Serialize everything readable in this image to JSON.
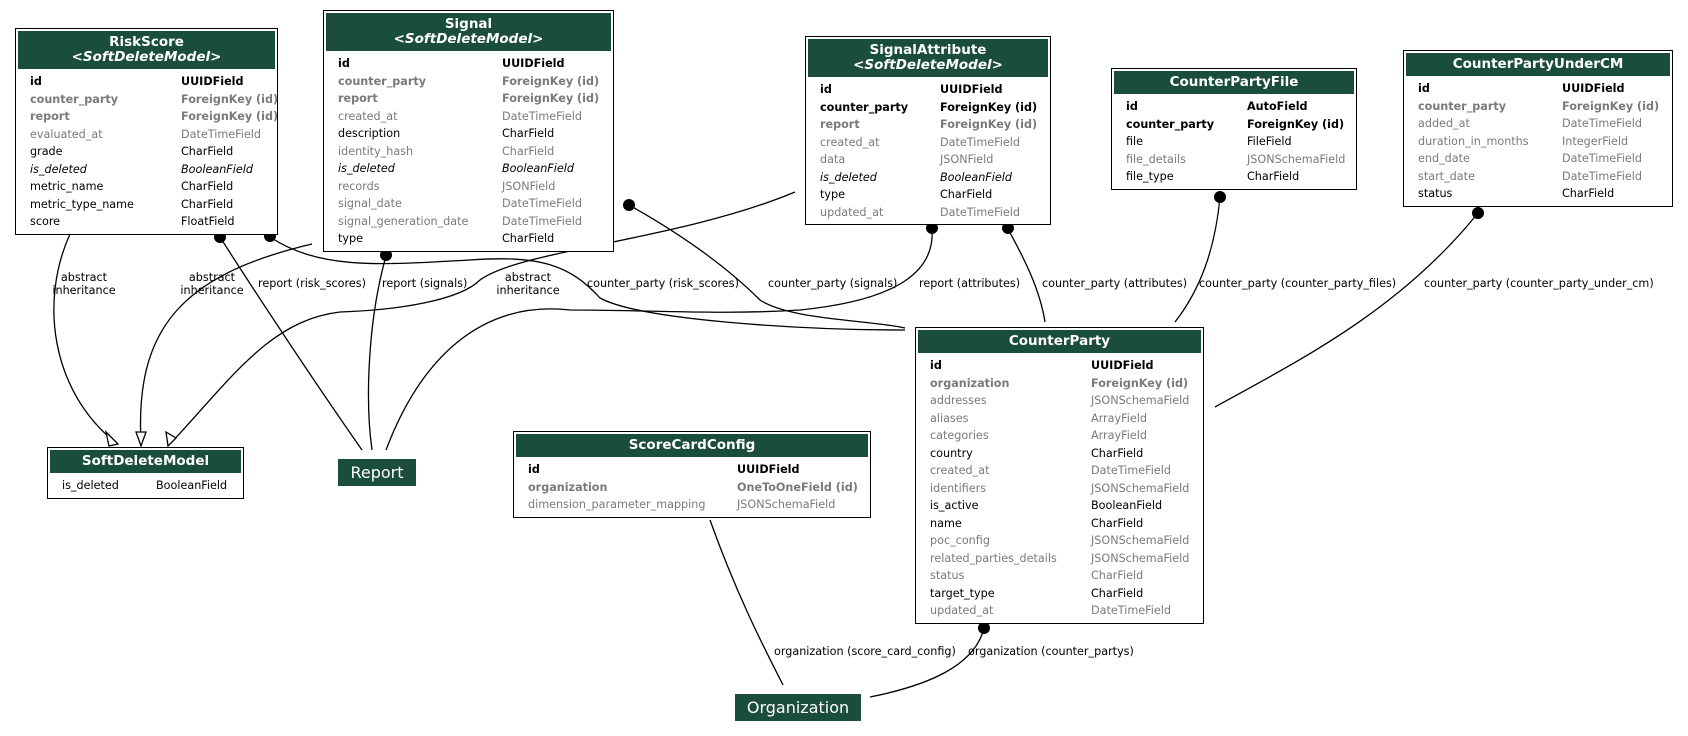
{
  "models": [
    {
      "key": "riskscore",
      "name": "RiskScore",
      "abstract_parent": "<SoftDeleteModel>",
      "fields": [
        {
          "name": "id",
          "type": "UUIDField",
          "style": "pk"
        },
        {
          "name": "counter_party",
          "type": "ForeignKey (id)",
          "style": "fk"
        },
        {
          "name": "report",
          "type": "ForeignKey (id)",
          "style": "fk"
        },
        {
          "name": "evaluated_at",
          "type": "DateTimeField",
          "style": "gray"
        },
        {
          "name": "grade",
          "type": "CharField",
          "style": "normal"
        },
        {
          "name": "is_deleted",
          "type": "BooleanField",
          "style": "italic"
        },
        {
          "name": "metric_name",
          "type": "CharField",
          "style": "normal"
        },
        {
          "name": "metric_type_name",
          "type": "CharField",
          "style": "normal"
        },
        {
          "name": "score",
          "type": "FloatField",
          "style": "normal"
        }
      ]
    },
    {
      "key": "signal",
      "name": "Signal",
      "abstract_parent": "<SoftDeleteModel>",
      "fields": [
        {
          "name": "id",
          "type": "UUIDField",
          "style": "pk"
        },
        {
          "name": "counter_party",
          "type": "ForeignKey (id)",
          "style": "fk"
        },
        {
          "name": "report",
          "type": "ForeignKey (id)",
          "style": "fk"
        },
        {
          "name": "created_at",
          "type": "DateTimeField",
          "style": "gray"
        },
        {
          "name": "description",
          "type": "CharField",
          "style": "normal"
        },
        {
          "name": "identity_hash",
          "type": "CharField",
          "style": "gray"
        },
        {
          "name": "is_deleted",
          "type": "BooleanField",
          "style": "italic"
        },
        {
          "name": "records",
          "type": "JSONField",
          "style": "gray"
        },
        {
          "name": "signal_date",
          "type": "DateTimeField",
          "style": "gray"
        },
        {
          "name": "signal_generation_date",
          "type": "DateTimeField",
          "style": "gray"
        },
        {
          "name": "type",
          "type": "CharField",
          "style": "normal"
        }
      ]
    },
    {
      "key": "signalattribute",
      "name": "SignalAttribute",
      "abstract_parent": "<SoftDeleteModel>",
      "fields": [
        {
          "name": "id",
          "type": "UUIDField",
          "style": "pk"
        },
        {
          "name": "counter_party",
          "type": "ForeignKey (id)",
          "style": "pk"
        },
        {
          "name": "report",
          "type": "ForeignKey (id)",
          "style": "fk"
        },
        {
          "name": "created_at",
          "type": "DateTimeField",
          "style": "gray"
        },
        {
          "name": "data",
          "type": "JSONField",
          "style": "gray"
        },
        {
          "name": "is_deleted",
          "type": "BooleanField",
          "style": "italic"
        },
        {
          "name": "type",
          "type": "CharField",
          "style": "normal"
        },
        {
          "name": "updated_at",
          "type": "DateTimeField",
          "style": "gray"
        }
      ]
    },
    {
      "key": "counterpartyfile",
      "name": "CounterPartyFile",
      "abstract_parent": "",
      "fields": [
        {
          "name": "id",
          "type": "AutoField",
          "style": "pk"
        },
        {
          "name": "counter_party",
          "type": "ForeignKey (id)",
          "style": "pk"
        },
        {
          "name": "file",
          "type": "FileField",
          "style": "normal"
        },
        {
          "name": "file_details",
          "type": "JSONSchemaField",
          "style": "gray"
        },
        {
          "name": "file_type",
          "type": "CharField",
          "style": "normal"
        }
      ]
    },
    {
      "key": "counterpartyundercm",
      "name": "CounterPartyUnderCM",
      "abstract_parent": "",
      "fields": [
        {
          "name": "id",
          "type": "UUIDField",
          "style": "pk"
        },
        {
          "name": "counter_party",
          "type": "ForeignKey (id)",
          "style": "fk"
        },
        {
          "name": "added_at",
          "type": "DateTimeField",
          "style": "gray"
        },
        {
          "name": "duration_in_months",
          "type": "IntegerField",
          "style": "gray"
        },
        {
          "name": "end_date",
          "type": "DateTimeField",
          "style": "gray"
        },
        {
          "name": "start_date",
          "type": "DateTimeField",
          "style": "gray"
        },
        {
          "name": "status",
          "type": "CharField",
          "style": "normal"
        }
      ]
    },
    {
      "key": "softdeletemodel",
      "name": "SoftDeleteModel",
      "abstract_parent": "",
      "fields": [
        {
          "name": "is_deleted",
          "type": "BooleanField",
          "style": "normal"
        }
      ]
    },
    {
      "key": "scorecardconfig",
      "name": "ScoreCardConfig",
      "abstract_parent": "",
      "fields": [
        {
          "name": "id",
          "type": "UUIDField",
          "style": "pk"
        },
        {
          "name": "organization",
          "type": "OneToOneField (id)",
          "style": "fk"
        },
        {
          "name": "dimension_parameter_mapping",
          "type": "JSONSchemaField",
          "style": "gray"
        }
      ]
    },
    {
      "key": "counterparty",
      "name": "CounterParty",
      "abstract_parent": "",
      "fields": [
        {
          "name": "id",
          "type": "UUIDField",
          "style": "pk"
        },
        {
          "name": "organization",
          "type": "ForeignKey (id)",
          "style": "fk"
        },
        {
          "name": "addresses",
          "type": "JSONSchemaField",
          "style": "gray"
        },
        {
          "name": "aliases",
          "type": "ArrayField",
          "style": "gray"
        },
        {
          "name": "categories",
          "type": "ArrayField",
          "style": "gray"
        },
        {
          "name": "country",
          "type": "CharField",
          "style": "normal"
        },
        {
          "name": "created_at",
          "type": "DateTimeField",
          "style": "gray"
        },
        {
          "name": "identifiers",
          "type": "JSONSchemaField",
          "style": "gray"
        },
        {
          "name": "is_active",
          "type": "BooleanField",
          "style": "normal"
        },
        {
          "name": "name",
          "type": "CharField",
          "style": "normal"
        },
        {
          "name": "poc_config",
          "type": "JSONSchemaField",
          "style": "gray"
        },
        {
          "name": "related_parties_details",
          "type": "JSONSchemaField",
          "style": "gray"
        },
        {
          "name": "status",
          "type": "CharField",
          "style": "gray"
        },
        {
          "name": "target_type",
          "type": "CharField",
          "style": "normal"
        },
        {
          "name": "updated_at",
          "type": "DateTimeField",
          "style": "gray"
        }
      ]
    }
  ],
  "external_nodes": {
    "report": "Report",
    "organization": "Organization"
  },
  "edge_labels": {
    "riskscore_inherit": "abstract\ninheritance",
    "signal_inherit": "abstract\ninheritance",
    "signalattribute_inherit": "abstract\ninheritance",
    "report_risk_scores": "report (risk_scores)",
    "report_signals": "report (signals)",
    "cp_risk_scores": "counter_party (risk_scores)",
    "cp_signals": "counter_party (signals)",
    "report_attributes": "report (attributes)",
    "cp_attributes": "counter_party (attributes)",
    "cp_files": "counter_party (counter_party_files)",
    "cp_under_cm": "counter_party (counter_party_under_cm)",
    "org_score_card": "organization (score_card_config)",
    "org_counterpartys": "organization (counter_partys)"
  },
  "colors": {
    "header_bg": "#1b4d3e",
    "header_text": "#ffffff",
    "secondary_text": "#7a7a7a",
    "edge": "#000000"
  }
}
